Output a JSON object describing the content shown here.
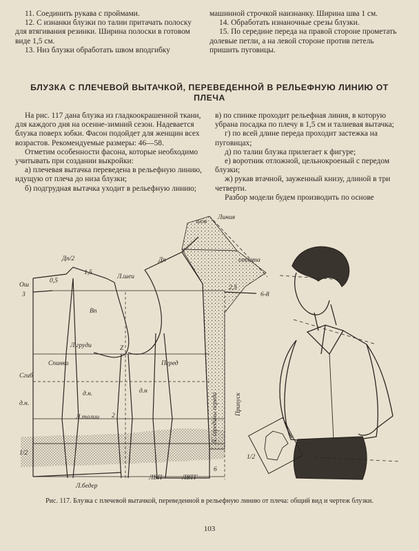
{
  "top_left": [
    "11. Соединить рукава с проймами.",
    "12. С изнанки блузки по талии притачать полоску для втягивания резинки. Ширина полоски в готовом виде 1,5 см.",
    "13. Низ блузки обработать швом вподгибку"
  ],
  "top_right": [
    "машинной строчкой наизнанку. Ширина шва 1 см.",
    "14. Обработать изнаночные срезы блузки.",
    "15. По середине переда на правой стороне прометать долевые петли, а на левой стороне против петель пришить пуговицы."
  ],
  "heading": "БЛУЗКА С ПЛЕЧЕВОЙ ВЫТАЧКОЙ, ПЕРЕВЕДЕННОЙ В РЕЛЬЕФНУЮ ЛИНИЮ ОТ ПЛЕЧА",
  "body_left": [
    "На рис. 117 дана блузка из гладкоокрашенной ткани, для каждого дня на осенне-зимний сезон. Надевается блузка поверх юбки. Фасон подойдет для женщин всех возрастов. Рекомендуемые размеры: 46—58.",
    "Отметим особенности фасона, которые необходимо учитывать при создании выкройки:",
    "а) плечевая вытачка переведена в рельефную линию, идущую от плеча до низа блузки;",
    "б) подгрудная вытачка уходит в рельефную линию;"
  ],
  "body_right": [
    "в) по спинке проходит рельефная линия, в которую убрана посадка по плечу в 1,5 см и талиевая вытачка;",
    "г) по всей длине переда проходит застежка на пуговицах;",
    "д) по талии блузка прилегает к фигуре;",
    "е) воротник отложной, цельнокроеный с передом блузки;",
    "ж) рукав втачной, зауженный книзу, длиной в три четверти.",
    "Разбор модели будем производить по основе"
  ],
  "figure_labels": {
    "dp_half": "Дп/2",
    "v15": "1,5",
    "osh": "Ош",
    "three": "3",
    "v05": "0,5",
    "lshei": "Л.шеи",
    "dp": "Дп",
    "vp": "Вп",
    "lgrudi": "Л.груди",
    "z": "Z",
    "sgib": "Сгиб",
    "spinka": "Спинка",
    "pered": "Перед",
    "dn": "д.н.",
    "dn2": "д.н.",
    "ltalii": "Л.талии",
    "two": "2",
    "lbeder": "Л.бедер",
    "lvp": "ЛВП",
    "lvtg": "ЛВТГ",
    "half": "1/2",
    "half2": "1/2",
    "shov": "шов",
    "liniya": "Линия",
    "otleta": "отлета",
    "v68": "6-8",
    "v25": "2,5",
    "six": "6",
    "seredina": "Л. середины переда",
    "pripusk": "Припуск",
    "d_n": "д.н"
  },
  "caption": "Рис. 117. Блузка с плечевой вытачкой, переведенной в рельефную линию от плеча: общий вид и чертеж блузки.",
  "page_number": "103"
}
